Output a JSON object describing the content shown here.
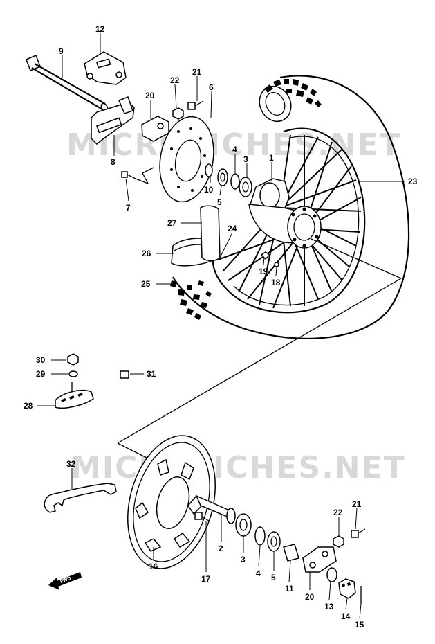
{
  "watermark": "MICROFICHES.NET",
  "fwd_label": "FWD",
  "callouts": [
    {
      "id": "c12",
      "text": "12"
    },
    {
      "id": "c9",
      "text": "9"
    },
    {
      "id": "c22a",
      "text": "22"
    },
    {
      "id": "c21a",
      "text": "21"
    },
    {
      "id": "c6",
      "text": "6"
    },
    {
      "id": "c20a",
      "text": "20"
    },
    {
      "id": "c8",
      "text": "8"
    },
    {
      "id": "c4a",
      "text": "4"
    },
    {
      "id": "c3a",
      "text": "3"
    },
    {
      "id": "c1",
      "text": "1"
    },
    {
      "id": "c23",
      "text": "23"
    },
    {
      "id": "c10",
      "text": "10"
    },
    {
      "id": "c5a",
      "text": "5"
    },
    {
      "id": "c7",
      "text": "7"
    },
    {
      "id": "c27",
      "text": "27"
    },
    {
      "id": "c24",
      "text": "24"
    },
    {
      "id": "c26",
      "text": "26"
    },
    {
      "id": "c19",
      "text": "19"
    },
    {
      "id": "c18",
      "text": "18"
    },
    {
      "id": "c25",
      "text": "25"
    },
    {
      "id": "c30",
      "text": "30"
    },
    {
      "id": "c29",
      "text": "29"
    },
    {
      "id": "c31",
      "text": "31"
    },
    {
      "id": "c28",
      "text": "28"
    },
    {
      "id": "c32",
      "text": "32"
    },
    {
      "id": "c22b",
      "text": "22"
    },
    {
      "id": "c21b",
      "text": "21"
    },
    {
      "id": "c2",
      "text": "2"
    },
    {
      "id": "c3b",
      "text": "3"
    },
    {
      "id": "c4b",
      "text": "4"
    },
    {
      "id": "c5b",
      "text": "5"
    },
    {
      "id": "c11",
      "text": "11"
    },
    {
      "id": "c16",
      "text": "16"
    },
    {
      "id": "c17",
      "text": "17"
    },
    {
      "id": "c20b",
      "text": "20"
    },
    {
      "id": "c13",
      "text": "13"
    },
    {
      "id": "c14",
      "text": "14"
    },
    {
      "id": "c15",
      "text": "15"
    }
  ]
}
